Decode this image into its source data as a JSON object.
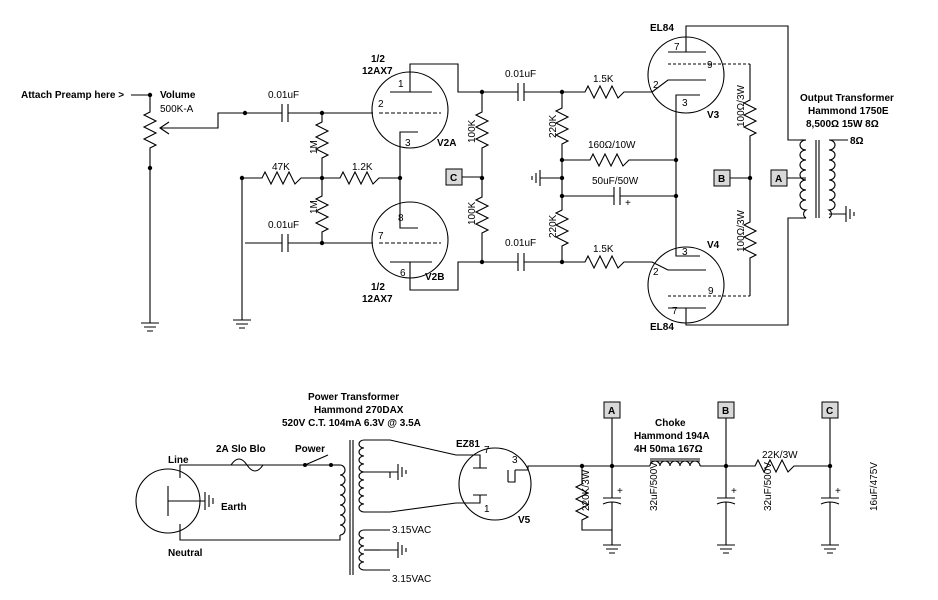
{
  "amp": {
    "input_label": "Attach Preamp here >",
    "volume_title": "Volume",
    "volume_value": "500K-A",
    "cap_top": "0.01uF",
    "cap_bottom": "0.01uF",
    "r_47k": "47K",
    "r_1m_top": "1M",
    "r_1m_bottom": "1M",
    "r_1_2k": "1.2K",
    "tube_v2a_half": "1/2",
    "tube_v2a_type": "12AX7",
    "tube_v2a_name": "V2A",
    "tube_v2b_half": "1/2",
    "tube_v2b_type": "12AX7",
    "tube_v2b_name": "V2B",
    "r_100k_top": "100K",
    "r_100k_bottom": "100K",
    "cap_pi_top": "0.01uF",
    "cap_pi_bottom": "0.01uF",
    "r_220k_top": "220K",
    "r_220k_bottom": "220K",
    "r_1_5k_top": "1.5K",
    "r_1_5k_bottom": "1.5K",
    "r_cathode": "160Ω/10W",
    "cap_cathode": "50uF/50W",
    "tube_v3_type": "EL84",
    "tube_v3_name": "V3",
    "tube_v4_type": "EL84",
    "tube_v4_name": "V4",
    "r_screen_top": "100Ω/3W",
    "r_screen_bottom": "100Ω/3W",
    "ot_title": "Output Transformer",
    "ot_model": "Hammond 1750E",
    "ot_spec": "8,500Ω 15W 8Ω",
    "ot_tap": "8Ω",
    "pins": {
      "v2a_1": "1",
      "v2a_2": "2",
      "v2a_3": "3",
      "v2b_8": "8",
      "v2b_7": "7",
      "v2b_6": "6",
      "v3_7": "7",
      "v3_9": "9",
      "v3_2": "2",
      "v3_3": "3",
      "v4_3": "3",
      "v4_2": "2",
      "v4_9": "9",
      "v4_7": "7"
    }
  },
  "nodes": {
    "a": "A",
    "b": "B",
    "c": "C"
  },
  "psu": {
    "line": "Line",
    "neutral": "Neutral",
    "earth": "Earth",
    "fuse": "2A Slo Blo",
    "power": "Power",
    "pt_title": "Power Transformer",
    "pt_model": "Hammond 270DAX",
    "pt_spec": "520V C.T. 104mA 6.3V @ 3.5A",
    "heater_1": "3.15VAC",
    "heater_2": "3.15VAC",
    "rect_type": "EZ81",
    "rect_name": "V5",
    "rect_pin_7": "7",
    "rect_pin_1": "1",
    "rect_pin_3": "3",
    "bleeder": "220K/3W",
    "cap1": "32uF/500V",
    "choke_title": "Choke",
    "choke_model": "Hammond 194A",
    "choke_spec": "4H 50ma 167Ω",
    "cap2": "32uF/500V",
    "r_drop": "22K/3W",
    "cap3": "16uF/475V"
  }
}
